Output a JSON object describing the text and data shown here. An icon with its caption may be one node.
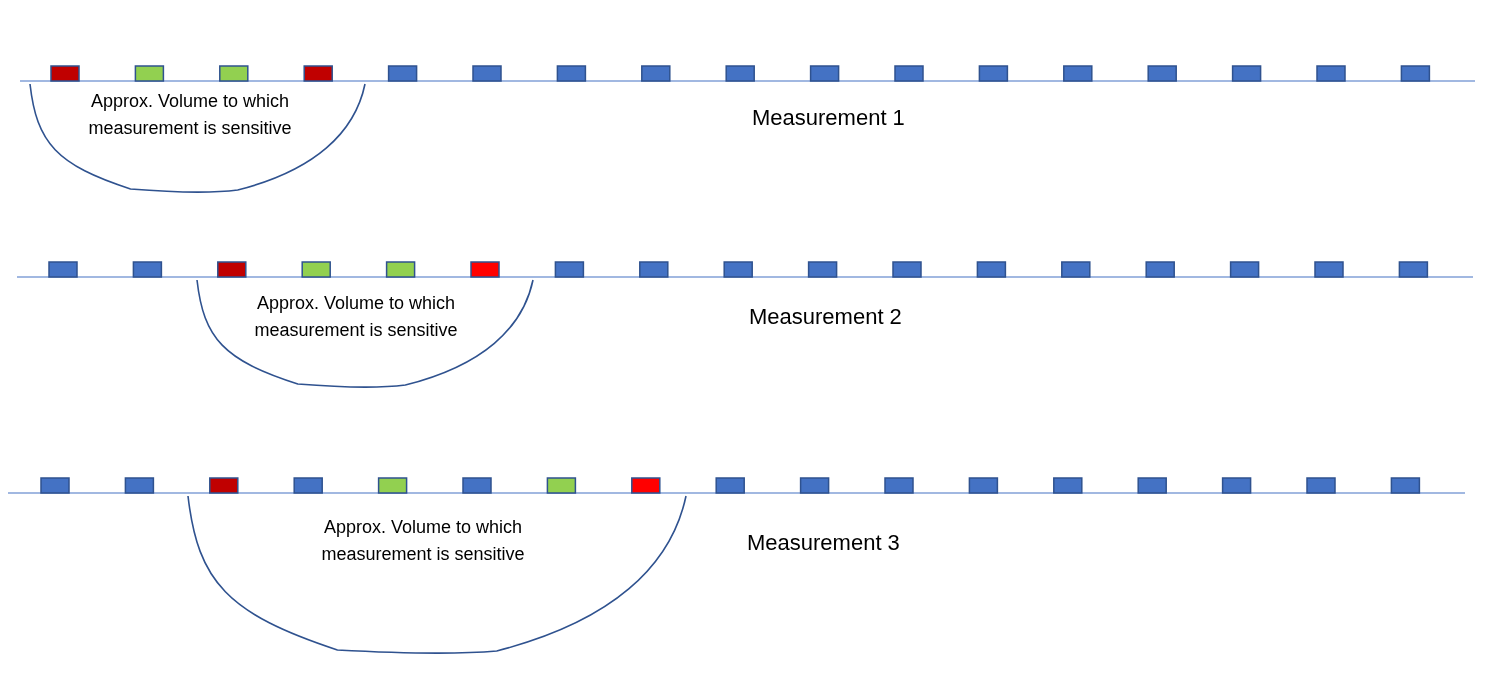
{
  "diagram": {
    "labels": [
      "Approx. Volume to which measurement is sensitive",
      "Measurement 1",
      "Approx. Volume to which measurement is sensitive",
      "Measurement 2",
      "Approx. Volume to which measurement is sensitive",
      "Measurement 3"
    ]
  }
}
